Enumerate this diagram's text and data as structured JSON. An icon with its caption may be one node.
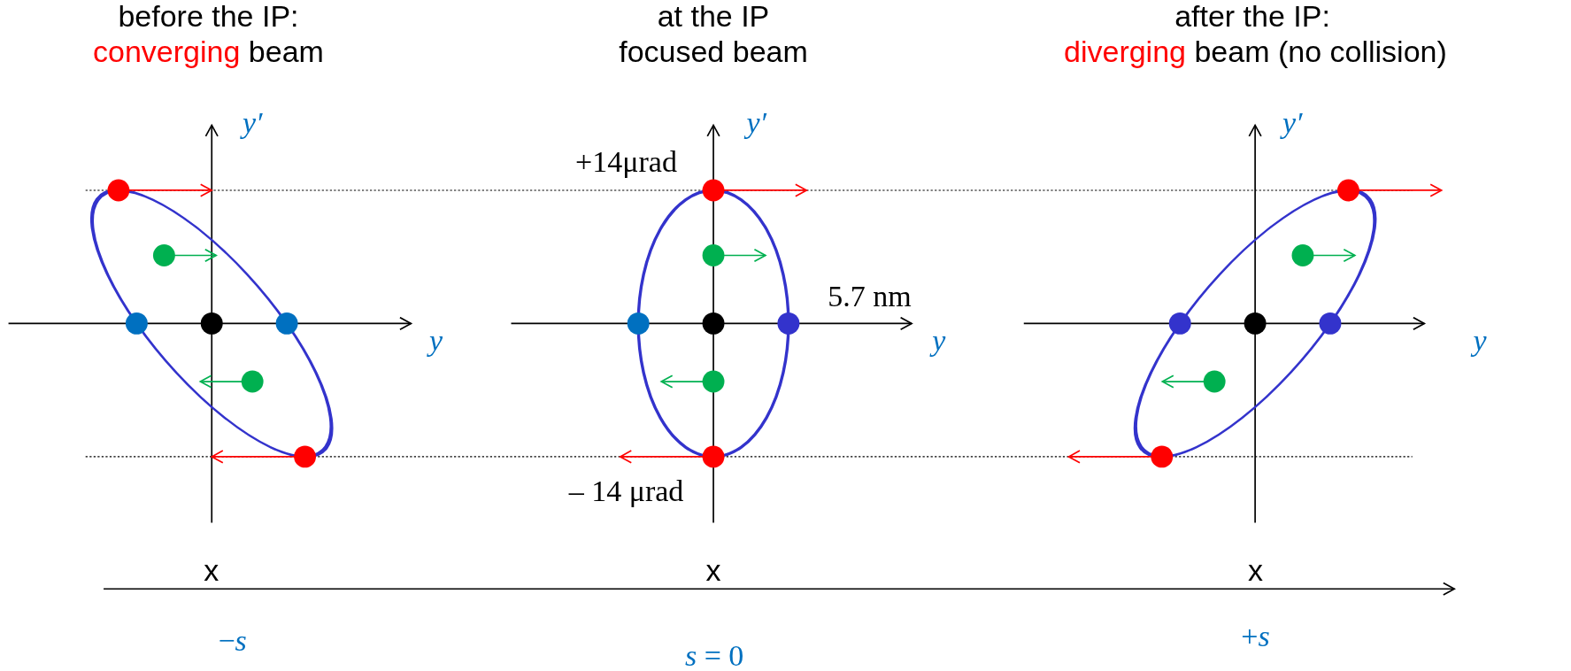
{
  "diagram": {
    "labels": [
      "before the IP:",
      "converging beam",
      "at the IP",
      "focused beam",
      "after the IP:",
      "diverging beam (no collision)",
      "y′",
      "y′",
      "+14μrad",
      "y′",
      "5.7 nm",
      "y",
      "y",
      "y",
      "– 14 μrad",
      "x",
      "x",
      "x",
      "−*s*",
      "*s* = 0",
      "+*s*"
    ]
  }
}
